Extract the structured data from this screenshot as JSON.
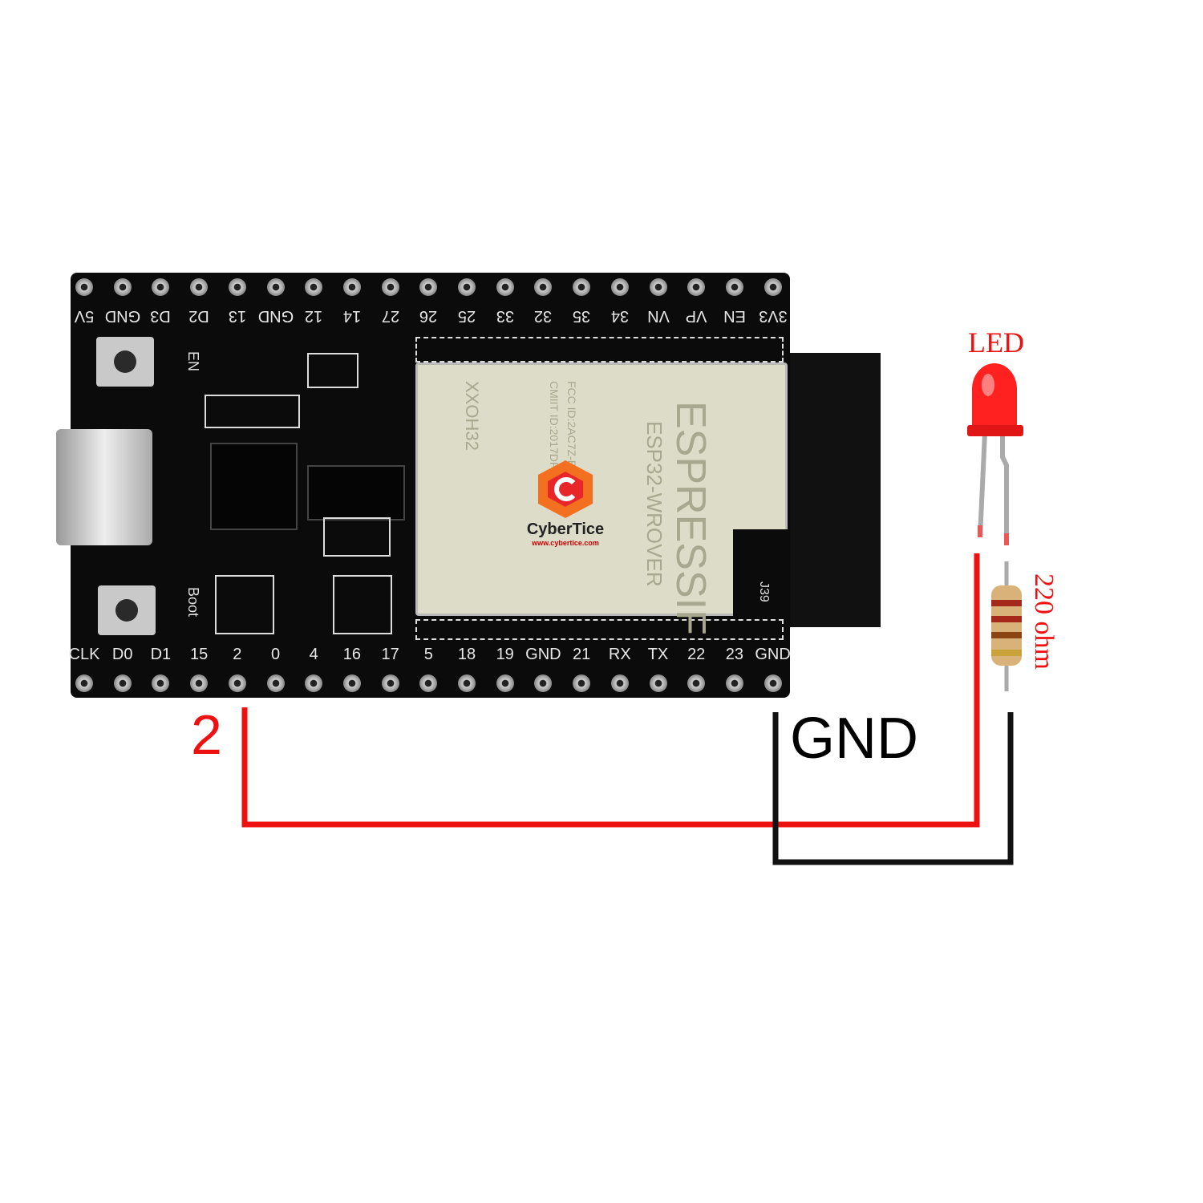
{
  "board": {
    "top_pins": [
      "5V",
      "GND",
      "D3",
      "D2",
      "13",
      "GND",
      "12",
      "14",
      "27",
      "26",
      "25",
      "33",
      "32",
      "35",
      "34",
      "VN",
      "VP",
      "EN",
      "3V3"
    ],
    "bottom_pins": [
      "CLK",
      "D0",
      "D1",
      "15",
      "2",
      "0",
      "4",
      "16",
      "17",
      "5",
      "18",
      "19",
      "GND",
      "21",
      "RX",
      "TX",
      "22",
      "23",
      "GND"
    ],
    "en_label": "EN",
    "boot_label": "Boot",
    "module": {
      "brand": "ESPRESSIF",
      "model": "ESP32-WROVER",
      "code": "XXOH32",
      "fcc": "FCC ID:2AC7Z-ESP32",
      "cmiit": "CMIIT ID:2017DP365",
      "j39": "J39"
    },
    "watermark": {
      "name": "CyberTice",
      "url": "www.cybertice.com"
    }
  },
  "labels": {
    "pin_label": "2",
    "gnd_label": "GND",
    "led_label": "LED",
    "resistor_label": "220 ohm"
  },
  "colors": {
    "signal_wire": "#ee1111",
    "ground_wire": "#111111",
    "led": "#ff2020"
  }
}
